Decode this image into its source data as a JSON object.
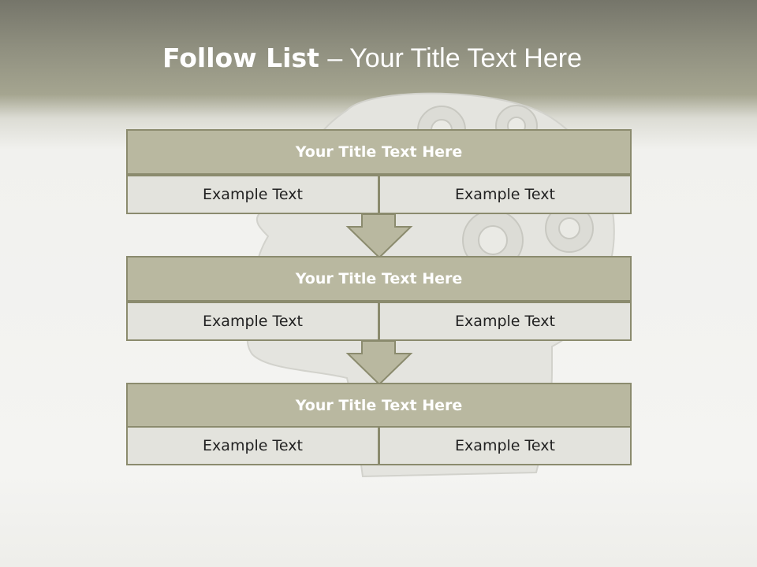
{
  "slide": {
    "title_bold": "Follow List",
    "title_rest": "– Your Title Text Here"
  },
  "blocks": [
    {
      "title": "Your Title Text Here",
      "left": "Example Text",
      "right": "Example Text"
    },
    {
      "title": "Your Title Text Here",
      "left": "Example Text",
      "right": "Example Text"
    },
    {
      "title": "Your Title Text Here",
      "left": "Example Text",
      "right": "Example Text"
    }
  ],
  "colors": {
    "header_band": "#8f8f7f",
    "block_title_fill": "#b9b8a0",
    "block_border": "#8b8b6e",
    "cell_fill": "#e3e3dd",
    "arrow_fill": "#b9b8a0"
  },
  "background_art": "head-with-gears"
}
